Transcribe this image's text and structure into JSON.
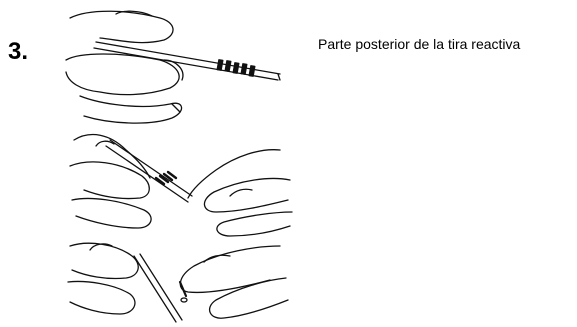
{
  "step": {
    "number": "3."
  },
  "caption": {
    "text": "Parte posterior de la tira reactiva"
  },
  "illustrations": [
    {
      "name": "hand-holding-test-strip-illustration"
    },
    {
      "name": "fingers-pinching-test-strip-illustration"
    },
    {
      "name": "hand-placing-strip-illustration"
    }
  ],
  "colors": {
    "ink": "#000000",
    "background": "#ffffff"
  }
}
